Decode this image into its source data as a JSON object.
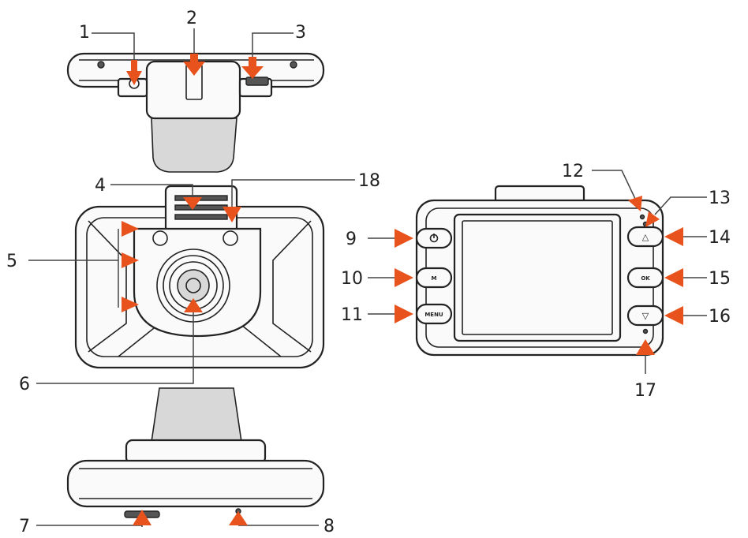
{
  "diagram": {
    "accent_color": "#e8521c",
    "callouts": [
      {
        "id": "1",
        "label": "1"
      },
      {
        "id": "2",
        "label": "2"
      },
      {
        "id": "3",
        "label": "3"
      },
      {
        "id": "4",
        "label": "4"
      },
      {
        "id": "5",
        "label": "5"
      },
      {
        "id": "6",
        "label": "6"
      },
      {
        "id": "7",
        "label": "7"
      },
      {
        "id": "8",
        "label": "8"
      },
      {
        "id": "9",
        "label": "9"
      },
      {
        "id": "10",
        "label": "10"
      },
      {
        "id": "11",
        "label": "11"
      },
      {
        "id": "12",
        "label": "12"
      },
      {
        "id": "13",
        "label": "13"
      },
      {
        "id": "14",
        "label": "14"
      },
      {
        "id": "15",
        "label": "15"
      },
      {
        "id": "16",
        "label": "16"
      },
      {
        "id": "17",
        "label": "17"
      },
      {
        "id": "18",
        "label": "18"
      }
    ],
    "buttons": {
      "ok_label": "OK",
      "m_label": "M",
      "menu_label": "MENU",
      "up_glyph": "△",
      "down_glyph": "▽"
    }
  }
}
